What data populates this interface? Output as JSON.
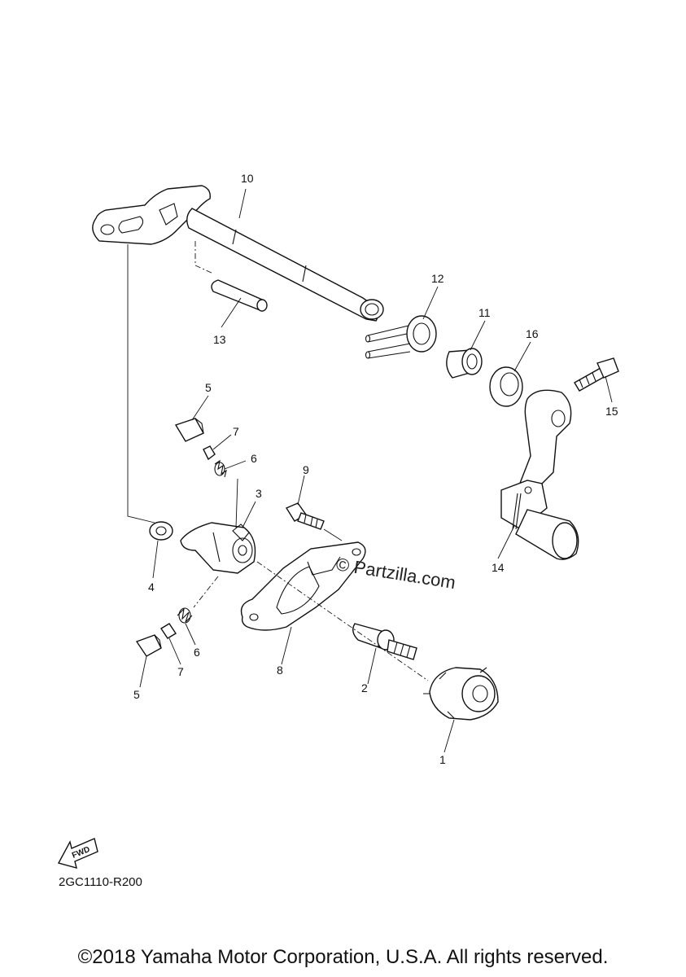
{
  "diagram": {
    "callouts": {
      "c1": "1",
      "c2": "2",
      "c3": "3",
      "c4": "4",
      "c5a": "5",
      "c5b": "5",
      "c6a": "6",
      "c6b": "6",
      "c7a": "7",
      "c7b": "7",
      "c8": "8",
      "c9": "9",
      "c10": "10",
      "c11": "11",
      "c12": "12",
      "c13": "13",
      "c14": "14",
      "c15": "15",
      "c16": "16"
    },
    "watermark": "© Partzilla.com",
    "fwd_label": "FWD",
    "diagram_code": "2GC1110-R200"
  },
  "footer": {
    "copyright": "©2018 Yamaha Motor Corporation, U.S.A. All rights reserved."
  }
}
